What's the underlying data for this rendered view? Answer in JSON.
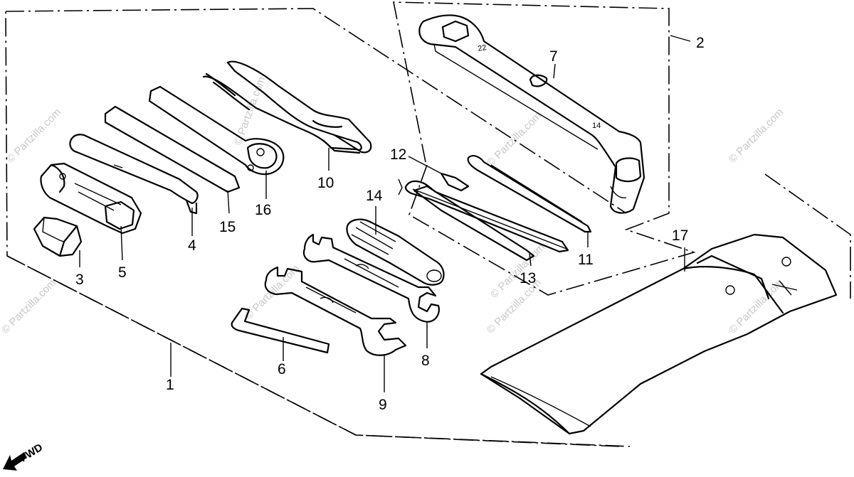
{
  "callouts": {
    "c1": "1",
    "c2": "2",
    "c3": "3",
    "c4": "4",
    "c5": "5",
    "c6": "6",
    "c7": "7",
    "c8": "8",
    "c9": "9",
    "c10": "10",
    "c11": "11",
    "c12": "12",
    "c13": "13",
    "c14": "14",
    "c15": "15",
    "c16": "16",
    "c17": "17"
  },
  "direction_label": "FWD",
  "watermark": "© Partzilla.com"
}
